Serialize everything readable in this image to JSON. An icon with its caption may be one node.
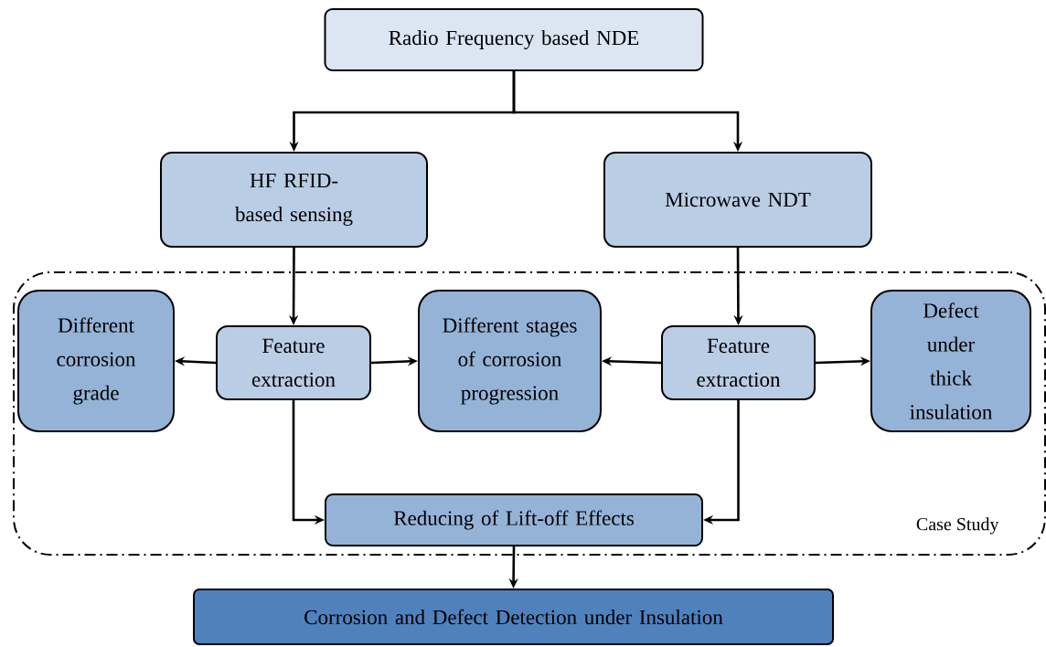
{
  "diagram": {
    "nodes": [
      {
        "text": [
          "Radio Frequency based NDE"
        ]
      },
      {
        "text": [
          "HF RFID-based sensing"
        ]
      },
      {
        "text": [
          "Microwave NDT"
        ]
      },
      {
        "text": [
          "Case Study"
        ]
      },
      {
        "text": [
          "Different corrosion grade"
        ],
        "in": 3
      },
      {
        "text": [
          "Feature extraction"
        ],
        "in": 3
      },
      {
        "text": [
          "Different stages of corrosion progression"
        ],
        "in": 3
      },
      {
        "text": [
          "Feature extraction"
        ],
        "in": 3
      },
      {
        "text": [
          "Defect under thick insulation"
        ],
        "in": 3
      },
      {
        "text": [
          "Reducing of Lift-off Effects"
        ],
        "in": 3
      },
      {
        "text": [
          "Corrosion and Defect Detection under Insulation"
        ]
      }
    ],
    "edges": [
      {
        "from": 0,
        "to": 1,
        "arrow": "to"
      },
      {
        "from": 0,
        "to": 2,
        "arrow": "to"
      },
      {
        "from": 1,
        "to": 5,
        "arrow": "to"
      },
      {
        "from": 2,
        "to": 7,
        "arrow": "to"
      },
      {
        "from": 5,
        "to": 4,
        "arrow": "to"
      },
      {
        "from": 5,
        "to": 6,
        "arrow": "to"
      },
      {
        "from": 7,
        "to": 6,
        "arrow": "to"
      },
      {
        "from": 7,
        "to": 8,
        "arrow": "to"
      },
      {
        "from": 5,
        "to": 9,
        "arrow": "to"
      },
      {
        "from": 7,
        "to": 9,
        "arrow": "to"
      },
      {
        "from": 9,
        "to": 10,
        "arrow": "to"
      }
    ]
  }
}
